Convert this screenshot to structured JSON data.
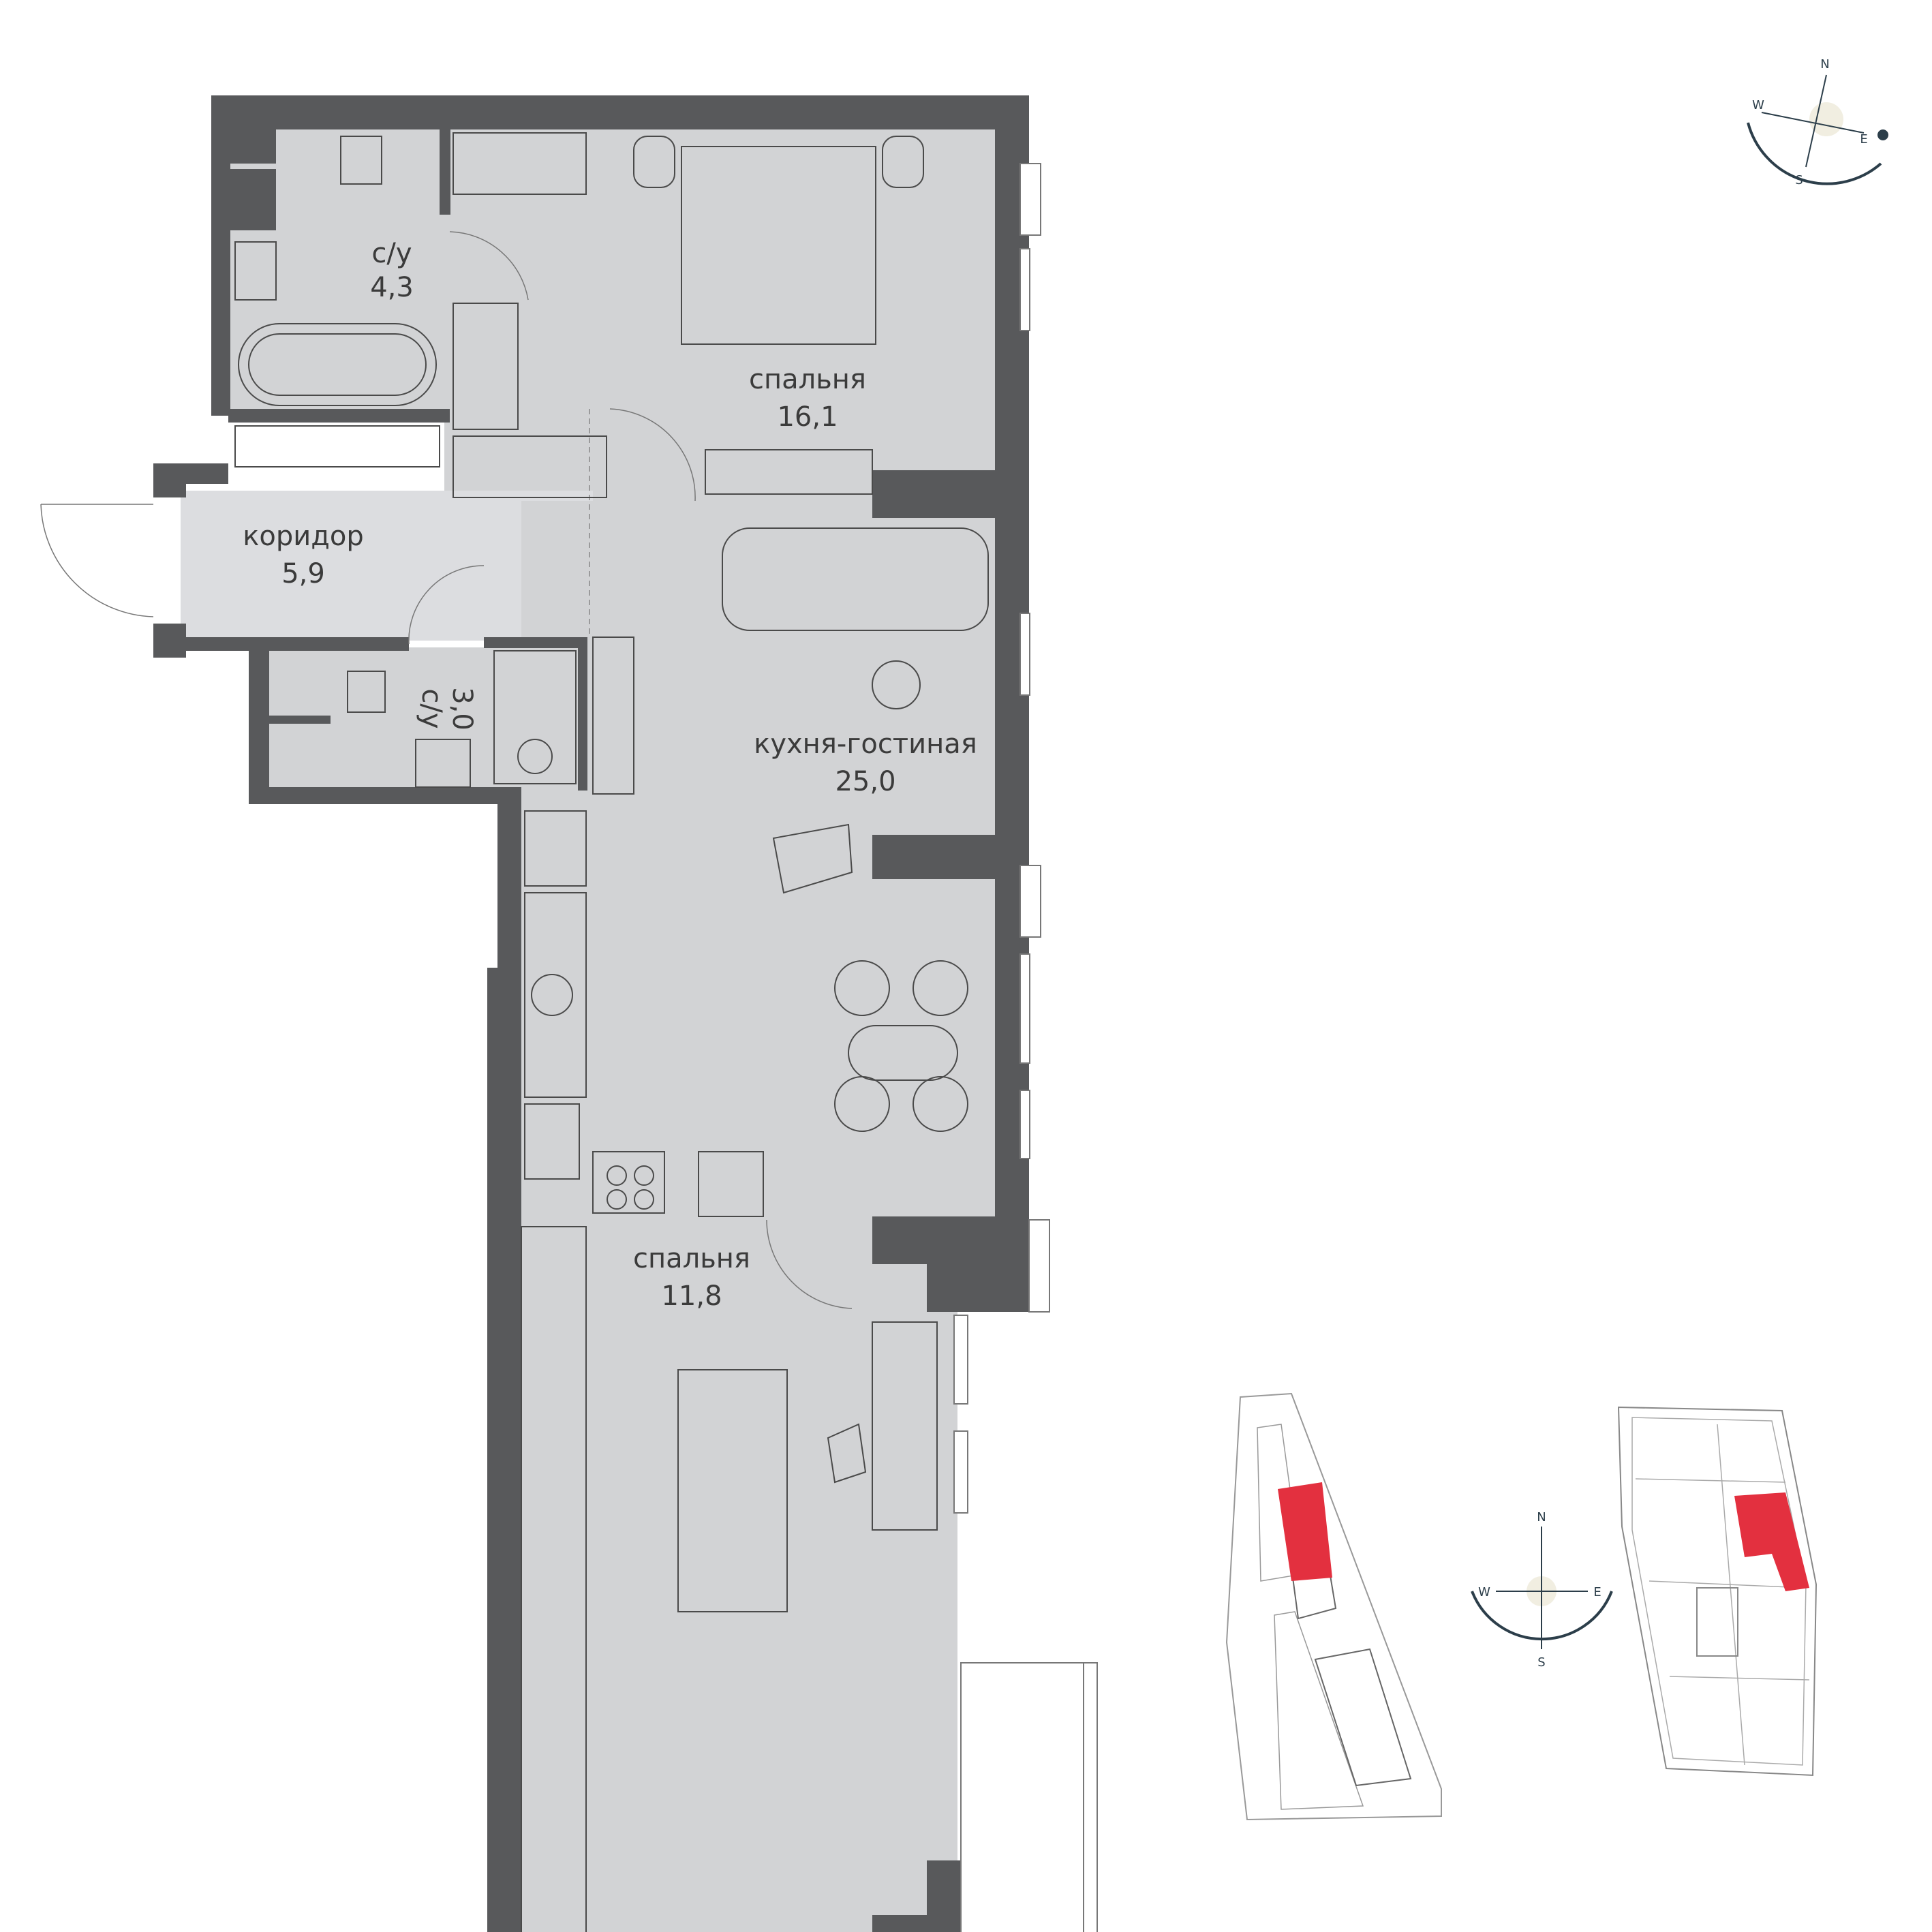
{
  "rooms": {
    "bath1": {
      "name": "с/у",
      "area": "4,3"
    },
    "bedroom1": {
      "name": "спальня",
      "area": "16,1"
    },
    "corridor": {
      "name": "коридор",
      "area": "5,9"
    },
    "bath2": {
      "name": "с/у",
      "area": "3,0"
    },
    "living": {
      "name": "кухня-гостиная",
      "area": "25,0"
    },
    "bedroom2": {
      "name": "спальня",
      "area": "11,8"
    }
  },
  "compass_main": {
    "n": "N",
    "w": "W",
    "e": "E",
    "s": "S"
  },
  "compass_mini": {
    "n": "N",
    "w": "W",
    "e": "E",
    "s": "S"
  },
  "colors": {
    "wall": "#58595b",
    "floor": "#d2d3d5",
    "highlight": "#e3303f",
    "compass": "#2c3e4a"
  },
  "icons": [
    "compass-rose-icon",
    "site-plan-icon",
    "floor-plan-icon"
  ]
}
